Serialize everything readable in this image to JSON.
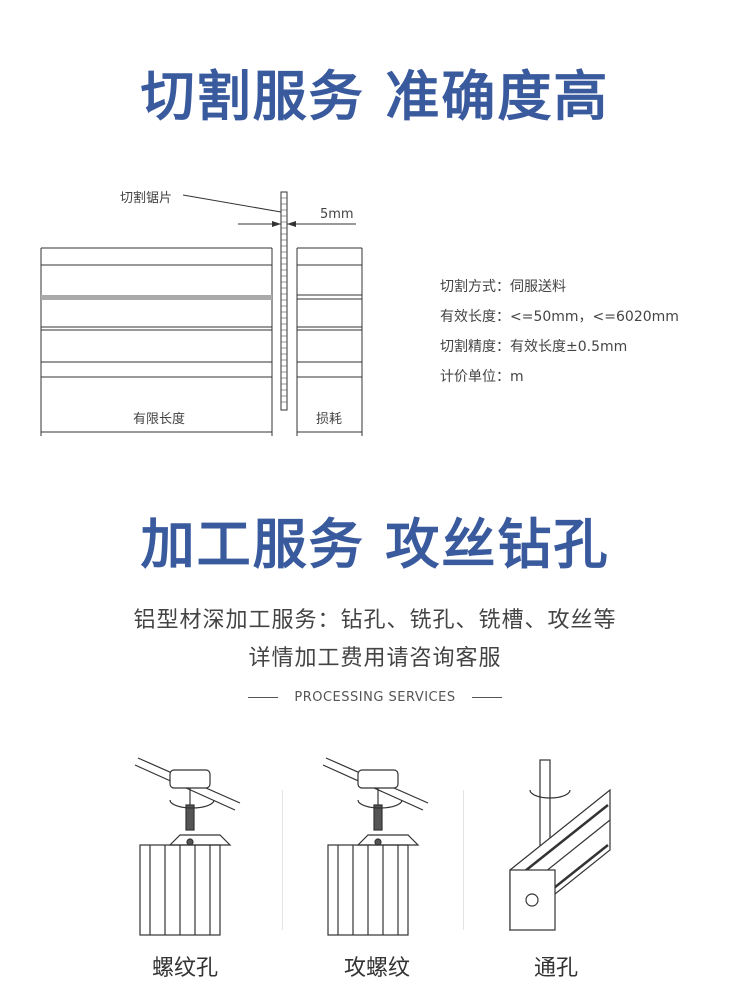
{
  "section_cutting": {
    "title": "切割服务 准确度高",
    "diagram": {
      "blade_label": "切割锯片",
      "kerf_label": "5mm",
      "length_label": "有限长度",
      "loss_label": "损耗"
    },
    "specs": [
      "切割方式：伺服送料",
      "有效长度：<=50mm，<=6020mm",
      "切割精度：有效长度±0.5mm",
      "计价单位：m"
    ]
  },
  "section_processing": {
    "title": "加工服务 攻丝钻孔",
    "description_line1": "铝型材深加工服务：钻孔、铣孔、铣槽、攻丝等",
    "description_line2": "详情加工费用请咨询客服",
    "subtitle": "PROCESSING SERVICES",
    "items": [
      {
        "caption": "螺纹孔",
        "icon": "threaded-hole-illustration"
      },
      {
        "caption": "攻螺纹",
        "icon": "tapping-illustration"
      },
      {
        "caption": "通孔",
        "icon": "through-hole-illustration"
      }
    ]
  },
  "colors": {
    "title_blue": "#3a5a9e",
    "text_gray": "#444444",
    "line_gray": "#555555"
  }
}
